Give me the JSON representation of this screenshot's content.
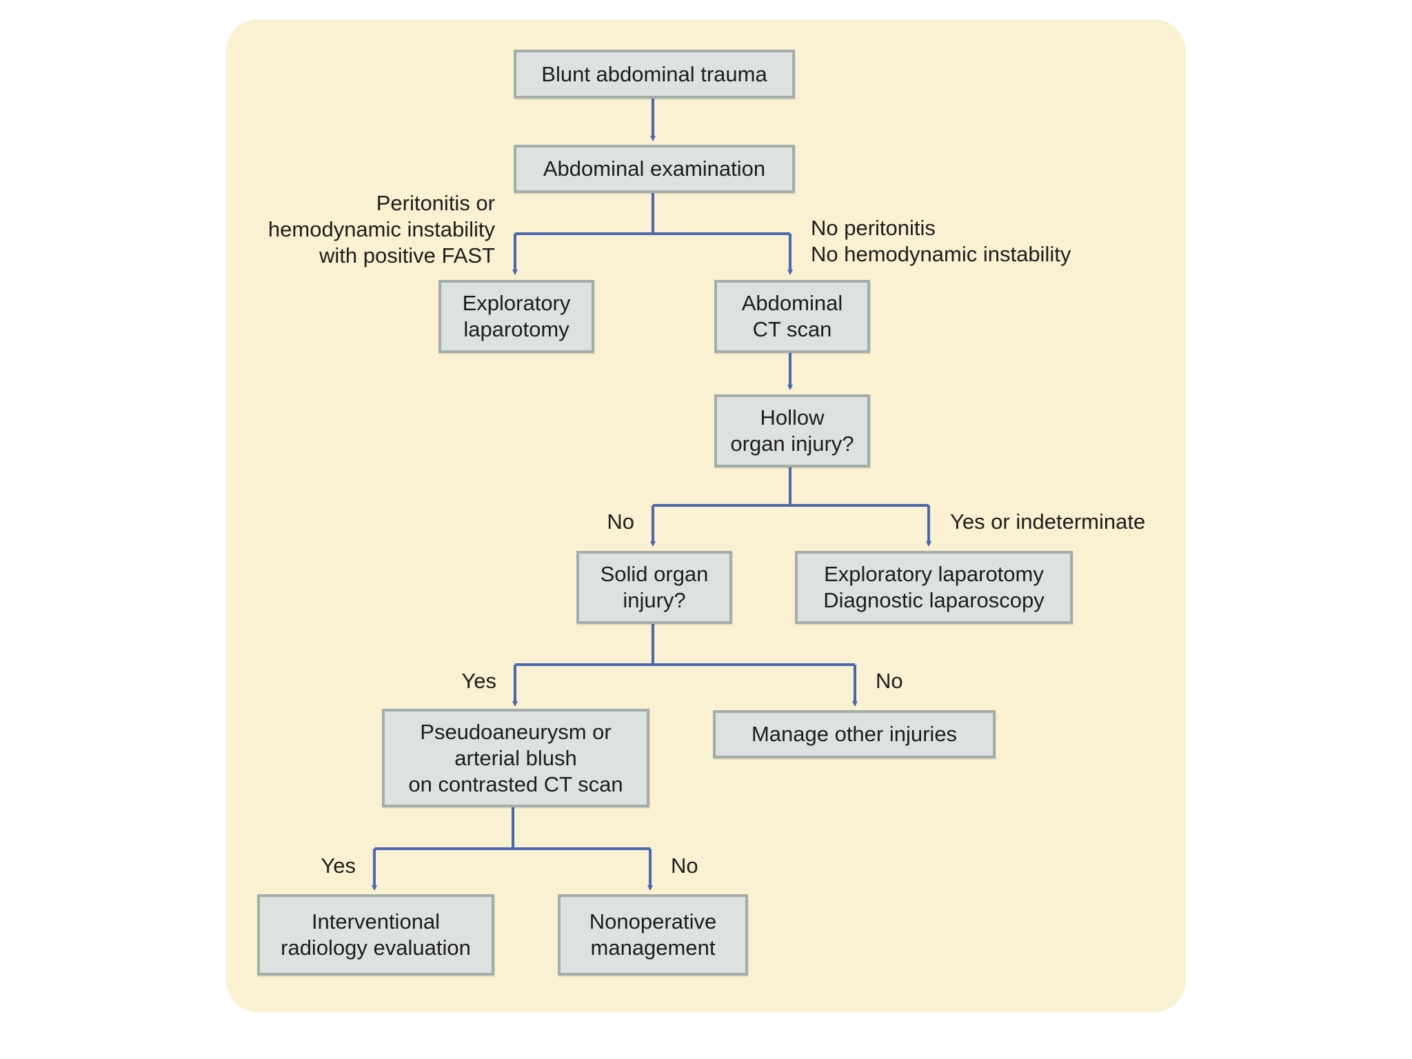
{
  "nodes": {
    "blunt_trauma": "Blunt abdominal trauma",
    "abd_exam": "Abdominal examination",
    "expl_lap_1": "Exploratory\nlaparotomy",
    "ct_scan": "Abdominal\nCT scan",
    "hollow_organ": "Hollow\norgan injury?",
    "solid_organ": "Solid organ\ninjury?",
    "expl_diag": "Exploratory laparotomy\nDiagnostic laparoscopy",
    "pseudoaneurysm": "Pseudoaneurysm or\narterial blush\non contrasted CT scan",
    "manage_other": "Manage other injuries",
    "interventional": "Interventional\nradiology evaluation",
    "nonoperative": "Nonoperative\nmanagement"
  },
  "edge_labels": {
    "peritonitis": "Peritonitis or\nhemodynamic instability\nwith positive FAST",
    "no_peritonitis": "No peritonitis\nNo hemodynamic instability",
    "no_hollow": "No",
    "yes_hollow": "Yes or indeterminate",
    "yes_solid": "Yes",
    "no_solid": "No",
    "yes_pseudo": "Yes",
    "no_pseudo": "No"
  },
  "colors": {
    "background": "#faf0d2",
    "box_fill": "#dde2e1",
    "box_border": "#a3aeab",
    "connector": "#4a68b0"
  }
}
